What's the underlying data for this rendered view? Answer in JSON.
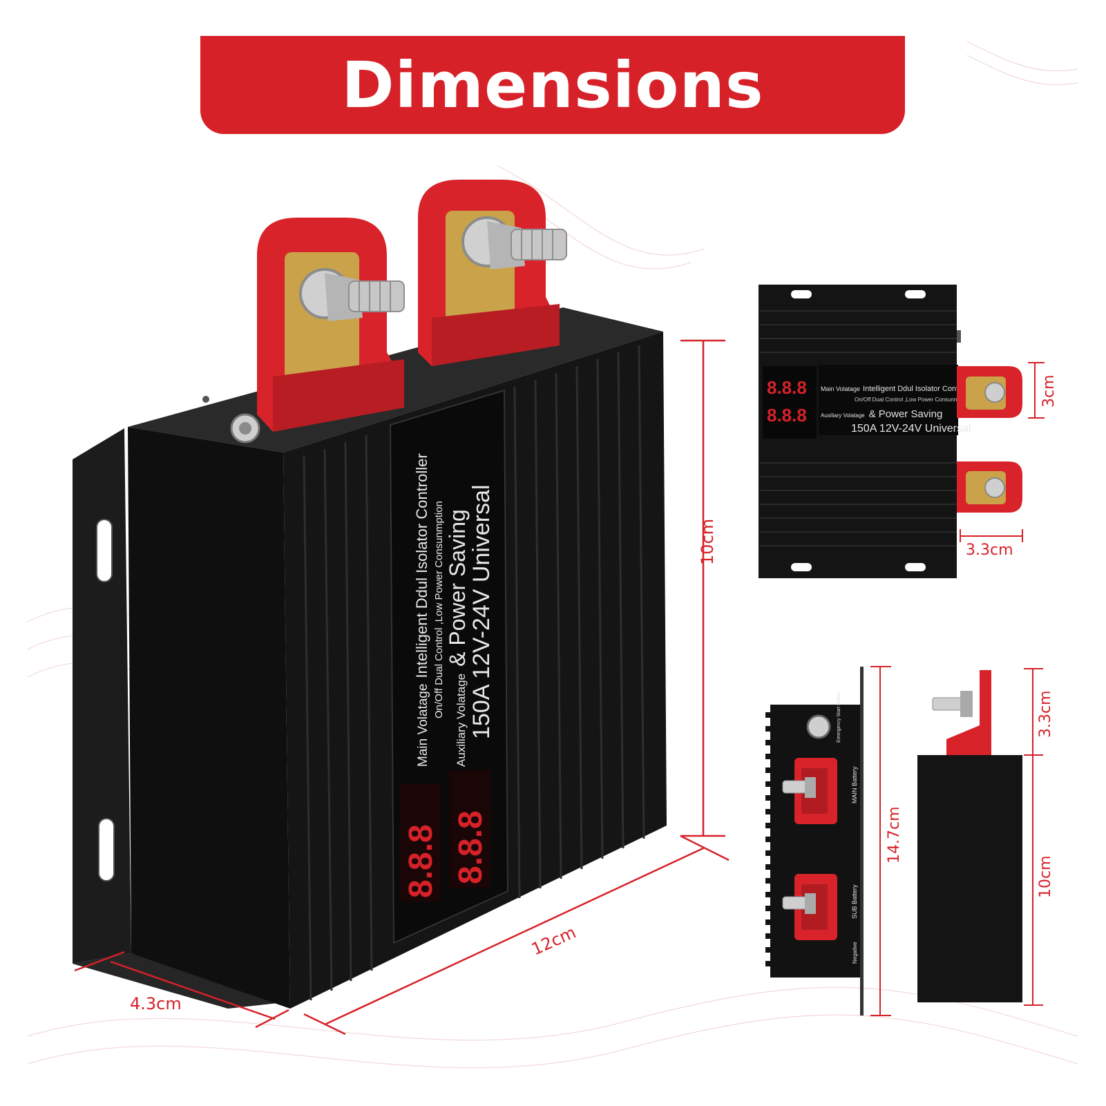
{
  "banner": {
    "title": "Dimensions"
  },
  "colors": {
    "accent": "#d62128",
    "housing": "#141414",
    "terminal": "#d8232a",
    "brass": "#c9a24a"
  },
  "product": {
    "line1_prefix": "Main Volatage",
    "line1_main": "Intelligent Ddul Isolator Controller",
    "line2": "On/Off Dual Control ,Low Power Consunmption",
    "line3_prefix": "Auxiliary Volatage",
    "line3_main": "& Power Saving",
    "line4": "150A 12V-24V Universal",
    "display": "8.8.8"
  },
  "side_labels": {
    "emergency": "Emergency Start Button",
    "main_battery": "MAIN Battery",
    "sub_battery": "SUB Battery",
    "negative": "Negative"
  },
  "dimensions": {
    "height": "10cm",
    "length": "12cm",
    "depth": "4.3cm",
    "terminal_height": "3cm",
    "terminal_width": "3.3cm",
    "total_length": "14.7cm",
    "side_terminal_height": "3.3cm",
    "side_body_height": "10cm"
  }
}
